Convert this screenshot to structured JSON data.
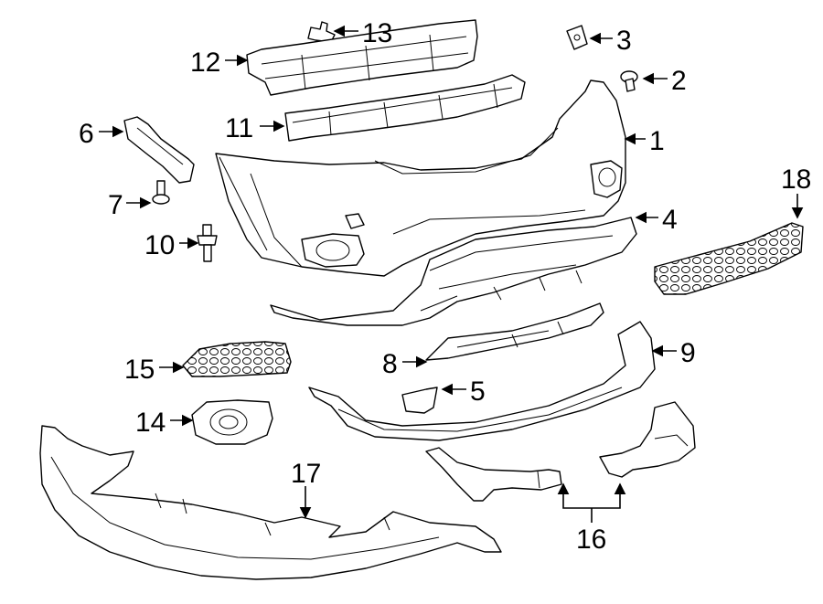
{
  "diagram": {
    "callouts": [
      {
        "id": "c1",
        "text": "1"
      },
      {
        "id": "c2",
        "text": "2"
      },
      {
        "id": "c3",
        "text": "3"
      },
      {
        "id": "c4",
        "text": "4"
      },
      {
        "id": "c5",
        "text": "5"
      },
      {
        "id": "c6",
        "text": "6"
      },
      {
        "id": "c7",
        "text": "7"
      },
      {
        "id": "c8",
        "text": "8"
      },
      {
        "id": "c9",
        "text": "9"
      },
      {
        "id": "c10",
        "text": "10"
      },
      {
        "id": "c11",
        "text": "11"
      },
      {
        "id": "c12",
        "text": "12"
      },
      {
        "id": "c13",
        "text": "13"
      },
      {
        "id": "c14",
        "text": "14"
      },
      {
        "id": "c15",
        "text": "15"
      },
      {
        "id": "c16",
        "text": "16"
      },
      {
        "id": "c17",
        "text": "17"
      },
      {
        "id": "c18",
        "text": "18"
      }
    ],
    "colors": {
      "line": "#000000",
      "fill": "#ffffff",
      "background": "#ffffff"
    }
  }
}
